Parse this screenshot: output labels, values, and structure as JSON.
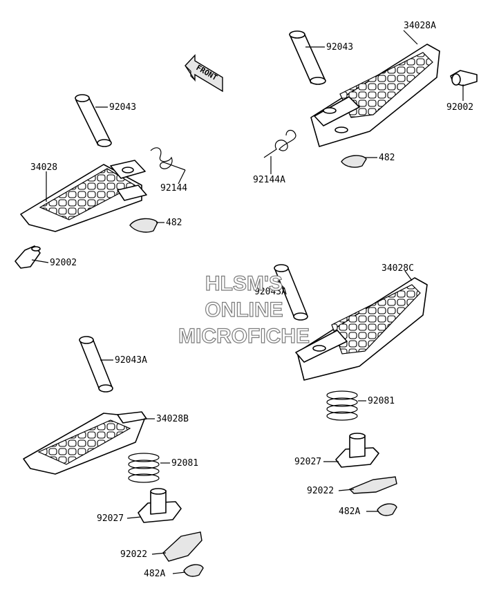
{
  "front_label": "FRONT",
  "watermark": {
    "line1": "HLSM'S",
    "line2": "ONLINE",
    "line3": "MICROFICHE"
  },
  "labels": {
    "l_34028A": "34028A",
    "l_92043_tr": "92043",
    "l_92002_tr": "92002",
    "l_482_tr": "482",
    "l_92144A": "92144A",
    "l_92043_tl": "92043",
    "l_34028": "34028",
    "l_92144": "92144",
    "l_482_tl": "482",
    "l_92002_tl": "92002",
    "l_34028C": "34028C",
    "l_92043A_r": "92043A",
    "l_92081_r": "92081",
    "l_92027_r": "92027",
    "l_92022_r": "92022",
    "l_482A_r": "482A",
    "l_92043A_l": "92043A",
    "l_34028B": "34028B",
    "l_92081_l": "92081",
    "l_92027_l": "92027",
    "l_92022_l": "92022",
    "l_482A_l": "482A"
  }
}
